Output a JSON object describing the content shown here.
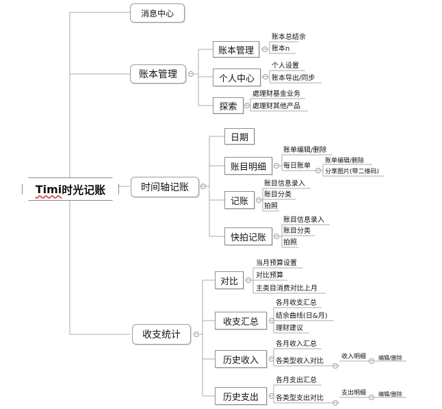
{
  "root": {
    "prefix": "Timi",
    "rest": "时光记账"
  },
  "level1": {
    "message_center": "消息中心",
    "account_mgmt": "账本管理",
    "timeline": "时间轴记账",
    "stats": "收支统计"
  },
  "account_mgmt": {
    "ledger_mgmt": "账本管理",
    "ledger_items": [
      "账本总结余",
      "账本n"
    ],
    "personal": "个人中心",
    "personal_items": [
      "个人设置",
      "账本导出/同步"
    ],
    "explore": "探索",
    "explore_items": [
      "處理财基金业务",
      "處理财其他产品"
    ]
  },
  "timeline": {
    "date": "日期",
    "detail": "账目明细",
    "detail_edit": "账单编辑/删除",
    "daily": "每日账单",
    "daily_items": [
      "账单编辑/删除",
      "分享图片(带二维码)"
    ],
    "record": "记账",
    "record_items": [
      "账目信息录入",
      "账目分类",
      "拍照"
    ],
    "quick": "快拍记账",
    "quick_items": [
      "账目信息录入",
      "账目分类",
      "拍照"
    ]
  },
  "stats": {
    "compare": "对比",
    "compare_items": [
      "当月预算设置",
      "对比预算",
      "主类目消费对比上月"
    ],
    "summary": "收支汇总",
    "summary_items": [
      "各月收支汇总",
      "结余曲线(日&月)",
      "理财建议"
    ],
    "income": "历史收入",
    "income_items": [
      "各月收入汇总",
      "各类型收入对比"
    ],
    "income_detail": "收入明细",
    "income_edit": "编辑/删除",
    "expense": "历史支出",
    "expense_items": [
      "各月支出汇总",
      "各类型支出对比"
    ],
    "expense_detail": "支出明细",
    "expense_edit": "编辑/删除"
  },
  "colors": {
    "line": "#a8a8a8",
    "border": "#9a9a9a",
    "underline": "#d33333"
  }
}
